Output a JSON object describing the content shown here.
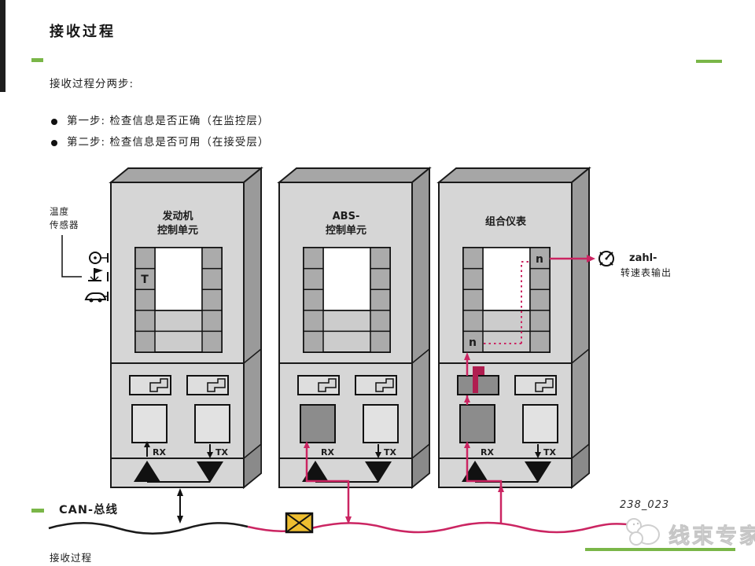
{
  "slide": {
    "title": "接收过程",
    "intro": "接收过程分两步:",
    "bullets": [
      "第一步: 检查信息是否正确（在监控层）",
      "第二步: 检查信息是否可用（在接受层）"
    ],
    "footer_caption": "接收过程",
    "figure_number": "238_023",
    "watermark_text": "线束专家"
  },
  "diagram": {
    "temperature_sensor_label": [
      "温度",
      "传感器"
    ],
    "ecus": [
      {
        "name": [
          "发动机",
          "控制单元"
        ],
        "data_letter": "T",
        "rx": "RX",
        "tx": "TX"
      },
      {
        "name": [
          "ABS-",
          "控制单元"
        ],
        "rx": "RX",
        "tx": "TX"
      },
      {
        "name": [
          "组合仪表"
        ],
        "signal_in": "n",
        "signal_out": "n",
        "rx": "RX",
        "tx": "TX"
      }
    ],
    "bus_label": "CAN-总线",
    "tacho_output_label": [
      "zahl-",
      "转速表输出"
    ]
  },
  "colors": {
    "accent_green": "#7ab648",
    "signal_pink": "#cb2562",
    "letter_dark_red": "#7a2030",
    "envelope_yellow": "#eebe30"
  }
}
